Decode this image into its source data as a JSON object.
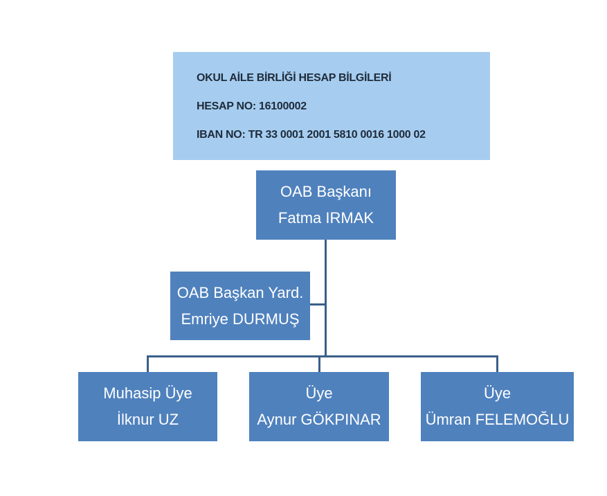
{
  "account_info": {
    "title": "OKUL AİLE BİRLİĞİ HESAP BİLGİLERİ",
    "account_no": "HESAP NO: 16100002",
    "iban": "IBAN NO: TR 33 0001 2001 5810 0016 1000 02"
  },
  "org_chart": {
    "president": {
      "role": "OAB Başkanı",
      "name": "Fatma IRMAK"
    },
    "vice_president": {
      "role": "OAB Başkan Yard.",
      "name": "Emriye DURMUŞ"
    },
    "members": [
      {
        "role": "Muhasip Üye",
        "name": "İlknur UZ"
      },
      {
        "role": "Üye",
        "name": "Aynur GÖKPINAR"
      },
      {
        "role": "Üye",
        "name": "Ümran FELEMOĞLU"
      }
    ]
  },
  "colors": {
    "info_background": "#a6cdf0",
    "node_fill": "#4f81bd",
    "connector": "#3a5f8a",
    "node_text": "#ffffff"
  }
}
